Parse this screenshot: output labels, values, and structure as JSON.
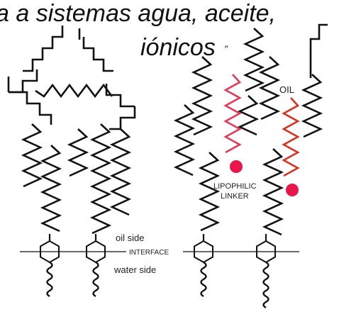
{
  "title_top": "a a sistemas agua, aceite,",
  "title_bottom": "iónicos",
  "title_mark": "”",
  "labels": {
    "oil_side": "oil side",
    "interface": "INTERFACE",
    "water_side": "water side",
    "oil": "OIL",
    "lipophilic": "LIPOPHILIC",
    "linker": "LINKER"
  },
  "colors": {
    "chain": "#111111",
    "linker": "#e23a5a",
    "oil_chain": "#d9301f",
    "linker_head": "#e8174a"
  }
}
